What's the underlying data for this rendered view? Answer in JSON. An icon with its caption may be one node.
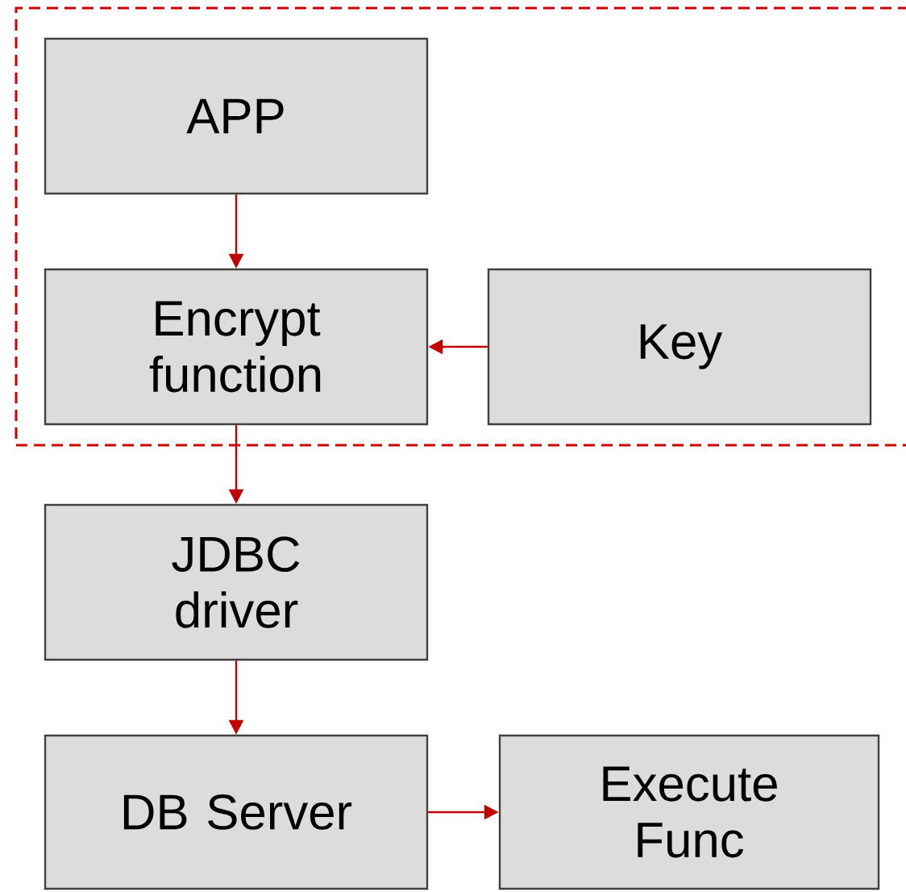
{
  "diagram": {
    "nodes": [
      {
        "text": [],
        "shape": "box"
      },
      {
        "text": [
          "APP"
        ],
        "in": 0
      },
      {
        "text": [
          "Encrypt function"
        ],
        "in": 0
      },
      {
        "text": [
          "Key"
        ],
        "in": 0
      },
      {
        "text": [
          "JDBC driver"
        ]
      },
      {
        "text": [
          "DB Server"
        ]
      },
      {
        "text": [
          "Execute Func"
        ]
      }
    ],
    "edges": [
      {
        "from": 1,
        "to": 2,
        "arrow": "to",
        "color": "#c00000"
      },
      {
        "from": 3,
        "to": 2,
        "arrow": "to",
        "color": "#c00000"
      },
      {
        "from": 2,
        "to": 4,
        "arrow": "to",
        "color": "#c00000"
      },
      {
        "from": 4,
        "to": 5,
        "arrow": "to",
        "color": "#c00000"
      },
      {
        "from": 5,
        "to": 6,
        "arrow": "to",
        "color": "#c00000"
      }
    ]
  }
}
